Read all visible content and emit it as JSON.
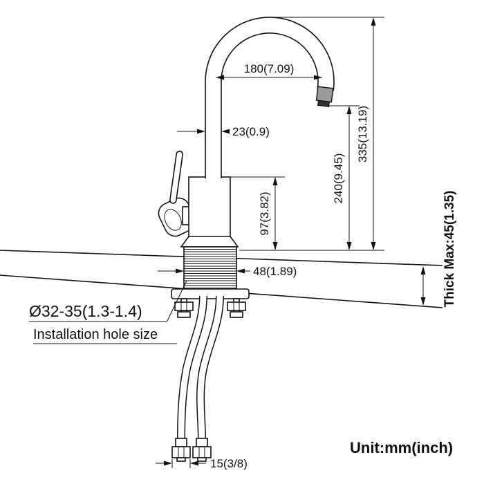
{
  "drawing": {
    "unit_label": "Unit:mm(inch)",
    "annotations": {
      "hole_diameter": "Ø32-35(1.3-1.4)",
      "hole_label": "Installation hole size",
      "deck_thickness": "Thick Max:45(1.35)"
    },
    "dimensions": {
      "spout_reach": "180(7.09)",
      "spout_pipe_diameter": "23(0.9)",
      "overall_height": "335(13.19)",
      "outlet_height": "240(9.45)",
      "body_height": "97(3.82)",
      "base_width": "48(1.89)",
      "hose_connector": "15(3/8)"
    },
    "colors": {
      "line": "#111111",
      "background": "#ffffff"
    }
  }
}
